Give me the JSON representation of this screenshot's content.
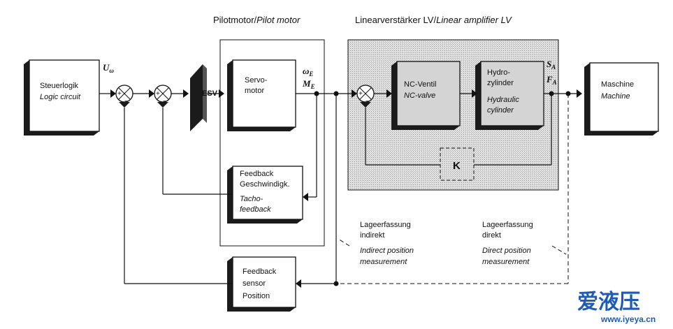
{
  "titles": {
    "pilot_normal": "Pilotmotor/",
    "pilot_italic": "Pilot motor",
    "linear_normal": "Linearverstärker LV/",
    "linear_italic": "Linear amplifier LV"
  },
  "blocks": {
    "logic": {
      "line1": "Steuerlogik",
      "line2": "Logic circuit"
    },
    "servo": {
      "line1": "Servo-",
      "line2": "motor"
    },
    "tacho": {
      "line1": "Feedback",
      "line2": "Geschwindigk.",
      "line3": "Tacho-",
      "line4": "feedback"
    },
    "valve": {
      "line1": "NC-Ventil",
      "line2": "NC-valve"
    },
    "cylinder": {
      "line1": "Hydro-",
      "line2": "zylinder",
      "line3": "Hydraulic",
      "line4": "cylinder"
    },
    "machine": {
      "line1": "Maschine",
      "line2": "Machine"
    },
    "sensor": {
      "line1": "Feedback",
      "line2": "sensor",
      "line3": "Position"
    },
    "k": {
      "label": "K"
    },
    "esv": {
      "label": "ESV"
    }
  },
  "symbols": {
    "u": "U",
    "u_sub": "ω",
    "omega": "ω",
    "omega_sub": "E",
    "m": "M",
    "m_sub": "E",
    "s": "S",
    "s_sub": "A",
    "f": "F",
    "f_sub": "A",
    "plus": "+",
    "minus": "−"
  },
  "notes": {
    "indirect": {
      "line1": "Lageerfassung",
      "line2": "indirekt",
      "line3": "Indirect position",
      "line4": "measurement"
    },
    "direct": {
      "line1": "Lageerfassung",
      "line2": "direkt",
      "line3": "Direct position",
      "line4": "measurement"
    }
  },
  "watermark": {
    "chinese": "爱液压",
    "url": "www.iyeya.cn",
    "color": "#1e5bb5"
  }
}
